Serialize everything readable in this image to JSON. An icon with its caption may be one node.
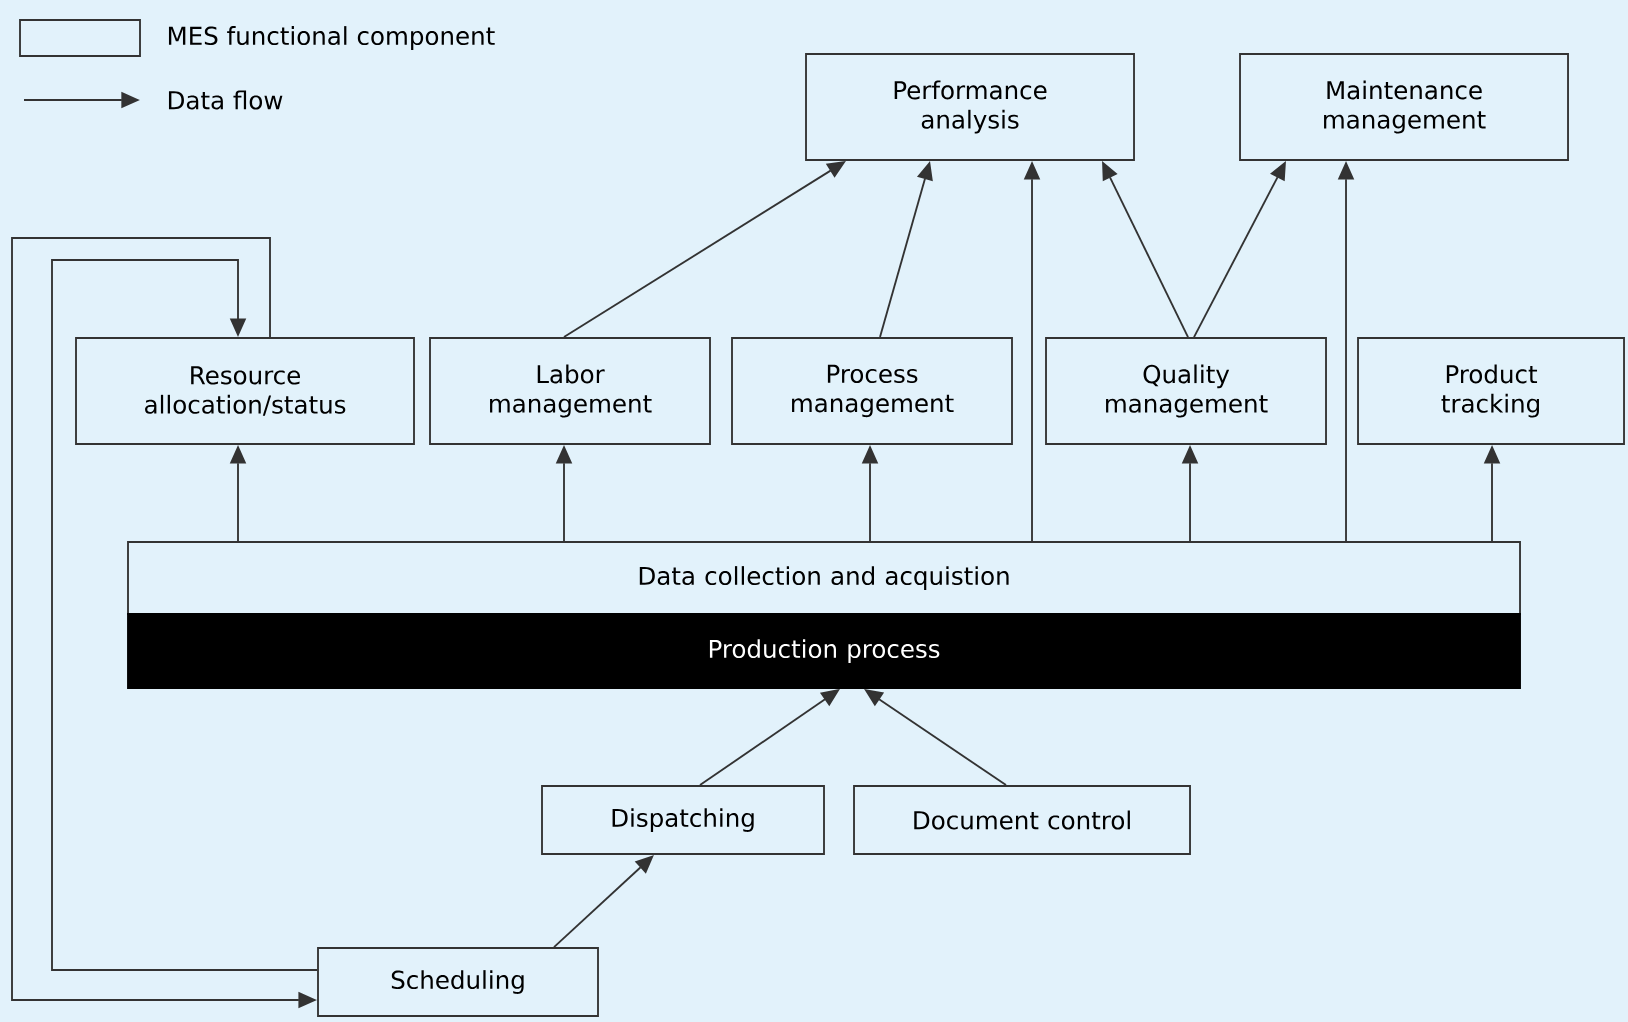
{
  "diagram": {
    "nodes": [
      {
        "text": [
          "Performance analysis"
        ]
      },
      {
        "text": [
          "Maintenance management"
        ]
      },
      {
        "text": [
          "Resource allocation/status"
        ]
      },
      {
        "text": [
          "Labor management"
        ]
      },
      {
        "text": [
          "Process management"
        ]
      },
      {
        "text": [
          "Quality management"
        ]
      },
      {
        "text": [
          "Product tracking"
        ]
      },
      {
        "text": [
          "Data collection and acquistion"
        ]
      },
      {
        "text": [
          "Production process"
        ]
      },
      {
        "text": [
          "Dispatching"
        ]
      },
      {
        "text": [
          "Document control"
        ]
      },
      {
        "text": [
          "Scheduling"
        ]
      }
    ],
    "edges": [
      {
        "from": 7,
        "to": 2,
        "arrow": "to"
      },
      {
        "from": 7,
        "to": 3,
        "arrow": "to"
      },
      {
        "from": 7,
        "to": 4,
        "arrow": "to"
      },
      {
        "from": 7,
        "to": 0,
        "arrow": "to"
      },
      {
        "from": 7,
        "to": 5,
        "arrow": "to"
      },
      {
        "from": 7,
        "to": 1,
        "arrow": "to"
      },
      {
        "from": 7,
        "to": 6,
        "arrow": "to"
      },
      {
        "from": 3,
        "to": 0,
        "arrow": "to"
      },
      {
        "from": 4,
        "to": 0,
        "arrow": "to"
      },
      {
        "from": 5,
        "to": 0,
        "arrow": "to"
      },
      {
        "from": 5,
        "to": 1,
        "arrow": "to"
      },
      {
        "from": 9,
        "to": 8,
        "arrow": "to"
      },
      {
        "from": 10,
        "to": 8,
        "arrow": "to"
      },
      {
        "from": 11,
        "to": 9,
        "arrow": "to"
      },
      {
        "from": 11,
        "to": 2,
        "arrow": "to"
      },
      {
        "from": 2,
        "to": 11,
        "arrow": "to"
      }
    ],
    "legend": [
      {
        "text": "MES functional component"
      },
      {
        "text": "Data flow"
      }
    ]
  }
}
